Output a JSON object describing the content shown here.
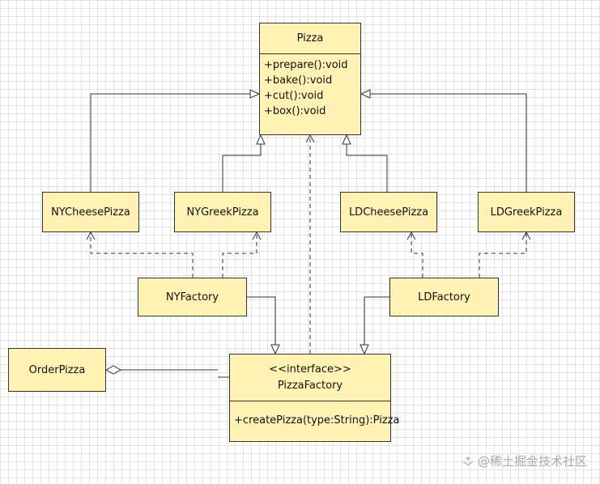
{
  "classes": {
    "pizza": {
      "name": "Pizza",
      "methods": [
        "+prepare():void",
        "+bake():void",
        "+cut():void",
        "+box():void"
      ]
    },
    "ny_cheese": {
      "name": "NYCheesePizza"
    },
    "ny_greek": {
      "name": "NYGreekPizza"
    },
    "ld_cheese": {
      "name": "LDCheesePizza"
    },
    "ld_greek": {
      "name": "LDGreekPizza"
    },
    "ny_factory": {
      "name": "NYFactory"
    },
    "ld_factory": {
      "name": "LDFactory"
    },
    "order_pizza": {
      "name": "OrderPizza"
    },
    "pizza_factory": {
      "stereotype": "<<interface>>",
      "name": "PizzaFactory",
      "methods": [
        "+createPizza(type:String):Pizza"
      ]
    }
  },
  "relations": [
    {
      "type": "generalization",
      "from": "NYCheesePizza",
      "to": "Pizza"
    },
    {
      "type": "generalization",
      "from": "NYGreekPizza",
      "to": "Pizza"
    },
    {
      "type": "generalization",
      "from": "LDCheesePizza",
      "to": "Pizza"
    },
    {
      "type": "generalization",
      "from": "LDGreekPizza",
      "to": "Pizza"
    },
    {
      "type": "dependency",
      "from": "NYFactory",
      "to": "NYCheesePizza"
    },
    {
      "type": "dependency",
      "from": "NYFactory",
      "to": "NYGreekPizza"
    },
    {
      "type": "dependency",
      "from": "LDFactory",
      "to": "LDCheesePizza"
    },
    {
      "type": "dependency",
      "from": "LDFactory",
      "to": "LDGreekPizza"
    },
    {
      "type": "dependency",
      "from": "PizzaFactory",
      "to": "Pizza"
    },
    {
      "type": "realization",
      "from": "NYFactory",
      "to": "PizzaFactory"
    },
    {
      "type": "realization",
      "from": "LDFactory",
      "to": "PizzaFactory"
    },
    {
      "type": "aggregation",
      "from": "PizzaFactory",
      "to": "OrderPizza"
    }
  ],
  "colors": {
    "class_fill": "#fff2b3",
    "line": "#333333"
  },
  "watermark": {
    "text": "@稀土掘金技术社区"
  }
}
